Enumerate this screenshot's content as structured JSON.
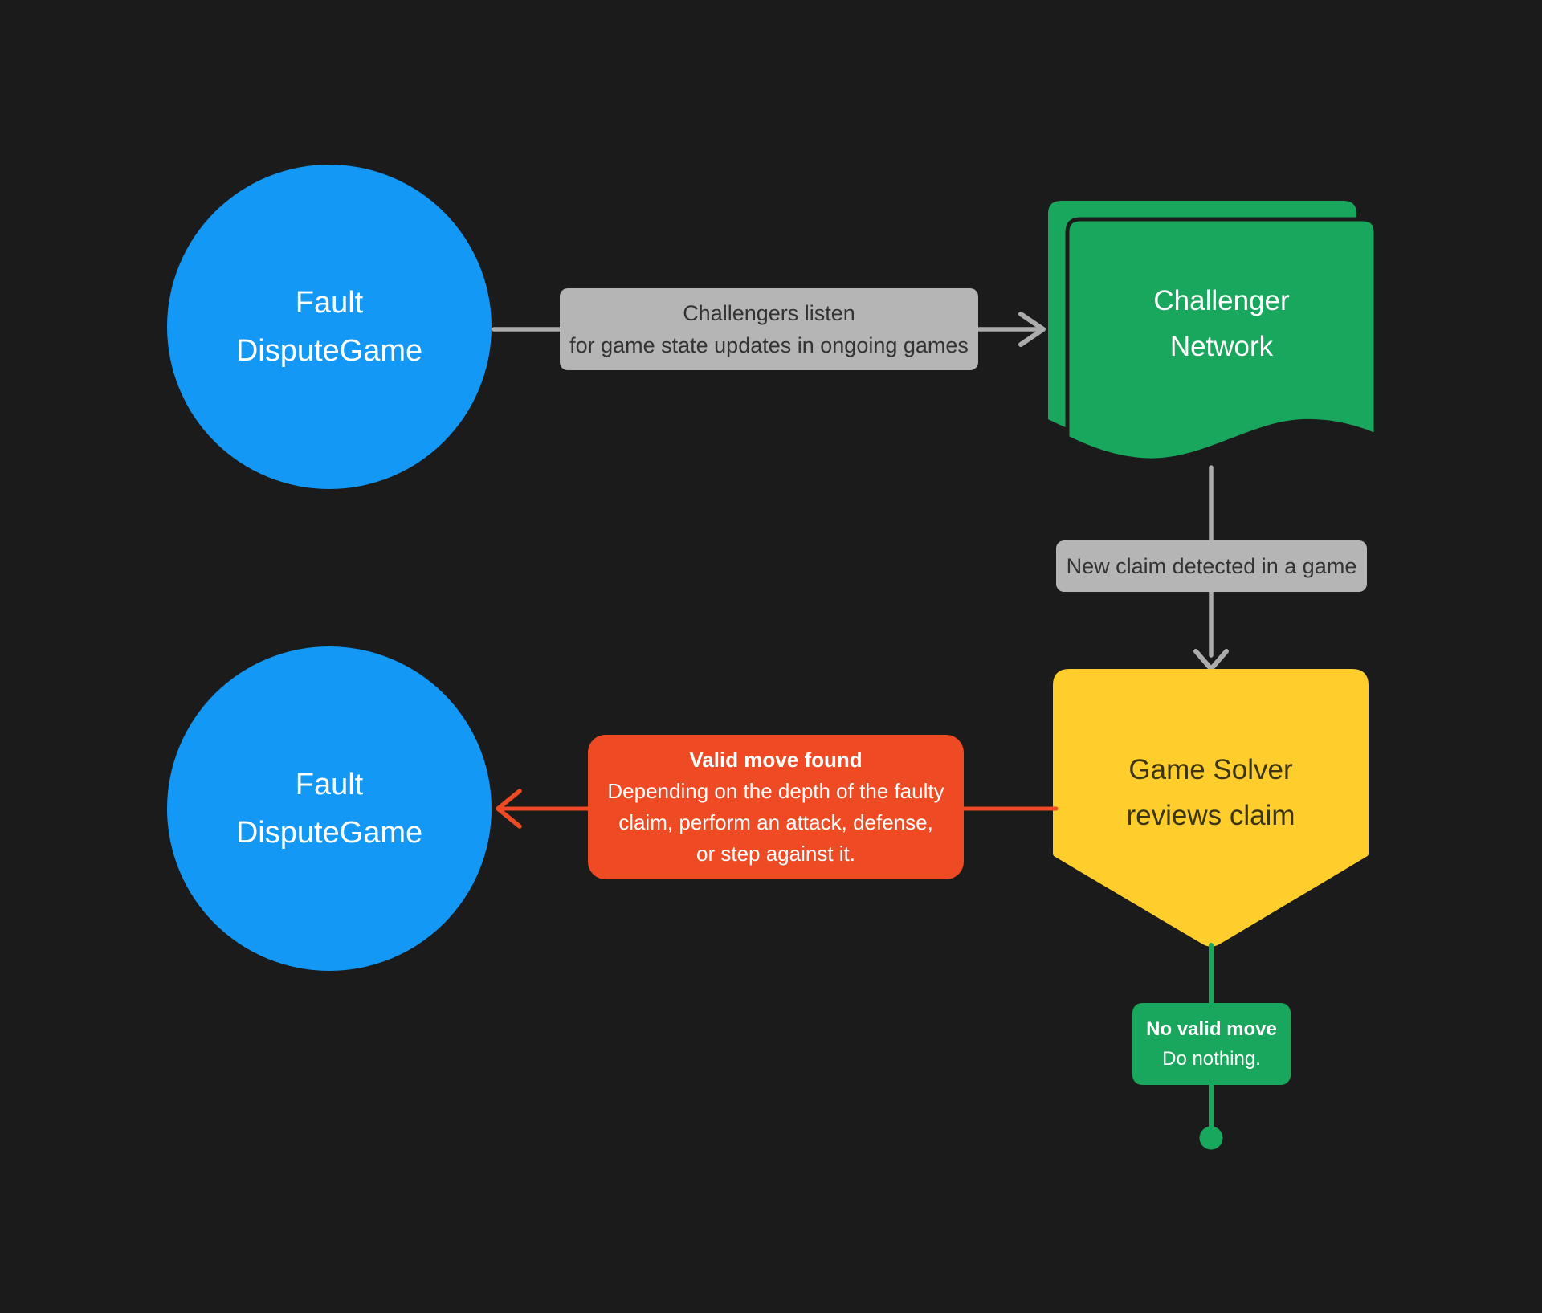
{
  "colors": {
    "background": "#1B1B1B",
    "blue": "#1398F5",
    "green": "#18A75C",
    "yellow": "#FFCE2D",
    "red": "#EE4A23",
    "gray_label_bg": "#B5B5B5",
    "gray_label_text": "#333333",
    "connector_gray": "#ACACAC",
    "text_on_yellow": "#3B3512",
    "white": "#FFFFFF"
  },
  "nodes": {
    "fault_dispute_game_top": {
      "line1": "Fault",
      "line2": "DisputeGame"
    },
    "challenger_network": {
      "line1": "Challenger",
      "line2": "Network"
    },
    "game_solver": {
      "line1": "Game Solver",
      "line2": "reviews claim"
    },
    "fault_dispute_game_bottom": {
      "line1": "Fault",
      "line2": "DisputeGame"
    }
  },
  "labels": {
    "listen": {
      "line1": "Challengers listen",
      "line2": "for game state updates in ongoing games"
    },
    "new_claim": {
      "text": "New claim detected in a game"
    },
    "valid_move": {
      "title": "Valid move found",
      "line1": "Depending on the depth of the faulty",
      "line2": "claim, perform an attack, defense,",
      "line3": "or step against it."
    },
    "no_valid_move": {
      "title": "No valid move",
      "body": "Do nothing."
    }
  }
}
